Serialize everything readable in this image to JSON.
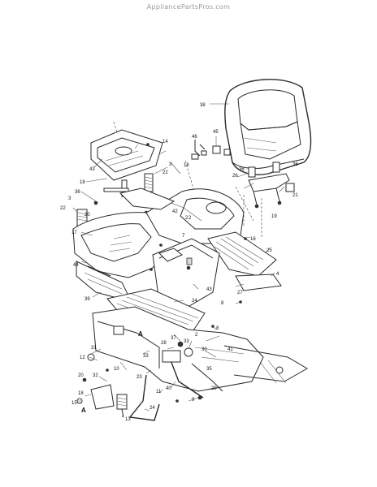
{
  "watermark": "AppliancePartsPros.com",
  "callouts": [
    {
      "id": "c38",
      "text": "38"
    },
    {
      "id": "c45",
      "text": "45"
    },
    {
      "id": "c46",
      "text": "46"
    },
    {
      "id": "c14",
      "text": "14"
    },
    {
      "id": "c43",
      "text": "43"
    },
    {
      "id": "c18a",
      "text": "18"
    },
    {
      "id": "c18b",
      "text": "18"
    },
    {
      "id": "c36a",
      "text": "36"
    },
    {
      "id": "c3a",
      "text": "3"
    },
    {
      "id": "c22a",
      "text": "22"
    },
    {
      "id": "c22b",
      "text": "22"
    },
    {
      "id": "c3b",
      "text": "3"
    },
    {
      "id": "c20a",
      "text": "20"
    },
    {
      "id": "c42",
      "text": "42"
    },
    {
      "id": "c2a",
      "text": "2"
    },
    {
      "id": "c7",
      "text": "7"
    },
    {
      "id": "c17",
      "text": "17"
    },
    {
      "id": "c44",
      "text": "44"
    },
    {
      "id": "c39",
      "text": "39"
    },
    {
      "id": "c36b",
      "text": "36"
    },
    {
      "id": "c36c",
      "text": "36"
    },
    {
      "id": "c26",
      "text": "26"
    },
    {
      "id": "c21",
      "text": "21"
    },
    {
      "id": "c19",
      "text": "19"
    },
    {
      "id": "c16",
      "text": "16"
    },
    {
      "id": "c25",
      "text": "25"
    },
    {
      "id": "c4",
      "text": "4"
    },
    {
      "id": "c27",
      "text": "27"
    },
    {
      "id": "c8a",
      "text": "8"
    },
    {
      "id": "c43b",
      "text": "43"
    },
    {
      "id": "c24a",
      "text": "24"
    },
    {
      "id": "c8b",
      "text": "8"
    },
    {
      "id": "c37",
      "text": "37"
    },
    {
      "id": "c28",
      "text": "28"
    },
    {
      "id": "c33a",
      "text": "33"
    },
    {
      "id": "c33b",
      "text": "33"
    },
    {
      "id": "c41",
      "text": "41"
    },
    {
      "id": "c31",
      "text": "31"
    },
    {
      "id": "c12",
      "text": "12"
    },
    {
      "id": "c32",
      "text": "32"
    },
    {
      "id": "c10",
      "text": "10"
    },
    {
      "id": "c40",
      "text": "40"
    },
    {
      "id": "c11",
      "text": "11"
    },
    {
      "id": "c9",
      "text": "9"
    },
    {
      "id": "c20b",
      "text": "20"
    },
    {
      "id": "c18c",
      "text": "18"
    },
    {
      "id": "c15",
      "text": "15"
    },
    {
      "id": "c13",
      "text": "13"
    },
    {
      "id": "c24b",
      "text": "24"
    },
    {
      "id": "c2b",
      "text": "2"
    },
    {
      "id": "c30",
      "text": "30"
    },
    {
      "id": "c35",
      "text": "35"
    },
    {
      "id": "c29",
      "text": "29"
    },
    {
      "id": "c23",
      "text": "23"
    },
    {
      "id": "c2c",
      "text": "2"
    }
  ],
  "markers": [
    {
      "id": "mA1",
      "text": "A"
    },
    {
      "id": "mA2",
      "text": "A"
    }
  ]
}
